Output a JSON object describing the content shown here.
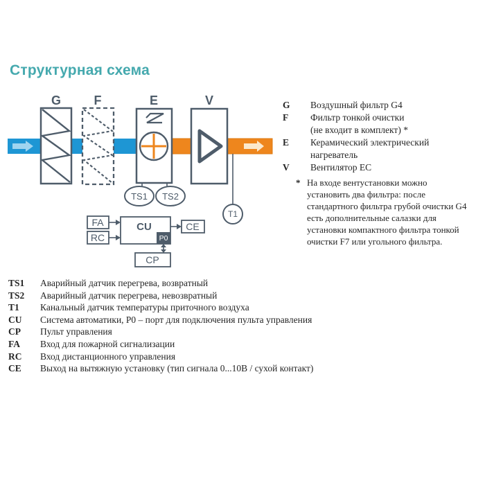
{
  "title": "Структурная схема",
  "colors": {
    "slate": "#4e5c6a",
    "teal": "#45a9ae",
    "blue": "#1e96d4",
    "lightblue": "#9fd4f0",
    "orange": "#ee861d",
    "orangeDark": "#dd7a10",
    "cream": "#fbe9cd",
    "ink": "#262626"
  },
  "diagram": {
    "block_labels": {
      "g": "G",
      "f": "F",
      "e": "E",
      "v": "V"
    },
    "sensors": {
      "ts1": "TS1",
      "ts2": "TS2",
      "t1": "T1"
    },
    "control": {
      "fa": "FA",
      "rc": "RC",
      "cu": "CU",
      "p0": "P0",
      "ce": "CE",
      "cp": "CP"
    }
  },
  "right_legend": {
    "items": [
      {
        "key": "G",
        "lines": [
          "Воздушный фильтр G4"
        ]
      },
      {
        "key": "F",
        "lines": [
          "Фильтр тонкой очистки",
          "(не входит в комплект) *"
        ]
      },
      {
        "key": "E",
        "lines": [
          "Керамический электрический",
          "нагреватель"
        ]
      },
      {
        "key": "V",
        "lines": [
          "Вентилятор EC"
        ]
      }
    ],
    "note_marker": "*",
    "note_lines": [
      "На входе вентустановки можно",
      "установить два фильтра: после",
      "стандартного фильтра грубой очистки G4",
      "есть дополнительные салазки для",
      "установки компактного фильтра тонкой",
      "очистки F7 или угольного фильтра."
    ]
  },
  "bottom_legend": {
    "rows": [
      {
        "key": "TS1",
        "desc": "Аварийный датчик перегрева, возвратный"
      },
      {
        "key": "TS2",
        "desc": "Аварийный датчик перегрева, невозвратный"
      },
      {
        "key": "T1",
        "desc": "Канальный датчик температуры приточного воздуха"
      },
      {
        "key": "CU",
        "desc": "Система автоматики, P0 – порт для подключения пульта управления"
      },
      {
        "key": "CP",
        "desc": "Пульт управления"
      },
      {
        "key": "FA",
        "desc": "Вход для пожарной сигнализации"
      },
      {
        "key": "RC",
        "desc": "Вход дистанционного управления"
      },
      {
        "key": "CE",
        "desc": "Выход на вытяжную установку (тип сигнала 0...10В / сухой контакт)"
      }
    ]
  }
}
